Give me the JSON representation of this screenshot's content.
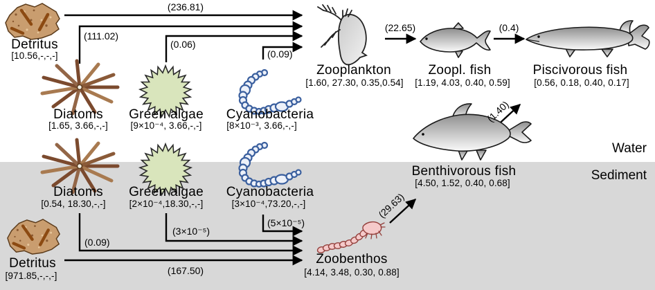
{
  "compartments": {
    "water": "Water",
    "sediment": "Sediment"
  },
  "colors": {
    "background": "#ffffff",
    "sediment_band": "#d8d8d8",
    "arrow": "#000000",
    "green_algae_fill": "#d9e5bc",
    "cyanobacteria_stroke": "#3a5f9e",
    "detritus_fill": "#c99d6f",
    "zoobenthos_fill": "#f5caca",
    "fish_gradient_top": "#8f8f8f",
    "fish_gradient_bottom": "#fafafa"
  },
  "nodes": [
    {
      "id": "detritus-water",
      "label": "Detritus",
      "values": "[10.56,-,-,-]"
    },
    {
      "id": "diatoms-water",
      "label": "Diatoms",
      "values": "[1.65, 3.66,-,-]"
    },
    {
      "id": "green-algae-water",
      "label": "Green algae",
      "values": "[9×10⁻⁴, 3.66,-,-]"
    },
    {
      "id": "cyanobacteria-water",
      "label": "Cyanobacteria",
      "values": "[8×10⁻³, 3.66,-,-]"
    },
    {
      "id": "zooplankton",
      "label": "Zooplankton",
      "values": "[1.60, 27.30, 0.35,0.54]"
    },
    {
      "id": "zoopl-fish",
      "label": "Zoopl. fish",
      "values": "[1.19, 4.03, 0.40, 0.59]"
    },
    {
      "id": "piscivorous-fish",
      "label": "Piscivorous fish",
      "values": "[0.56, 0.18, 0.40, 0.17]"
    },
    {
      "id": "diatoms-sediment",
      "label": "Diatoms",
      "values": "[0.54, 18.30,-,-]"
    },
    {
      "id": "green-algae-sediment",
      "label": "Green algae",
      "values": "[2×10⁻⁴,18.30,-,-]"
    },
    {
      "id": "cyanobacteria-sediment",
      "label": "Cyanobacteria",
      "values": "[3×10⁻⁴,73.20,-,-]"
    },
    {
      "id": "benthivorous-fish",
      "label": "Benthivorous fish",
      "values": "[4.50, 1.52, 0.40, 0.68]"
    },
    {
      "id": "detritus-sediment",
      "label": "Detritus",
      "values": "[971.85,-,-,-]"
    },
    {
      "id": "zoobenthos",
      "label": "Zoobenthos",
      "values": "[4.14, 3.48, 0.30, 0.88]"
    }
  ],
  "fluxes": [
    {
      "from": "detritus-water",
      "to": "zooplankton",
      "label": "(236.81)"
    },
    {
      "from": "diatoms-water",
      "to": "zooplankton",
      "label": "(111.02)"
    },
    {
      "from": "green-algae-water",
      "to": "zooplankton",
      "label": "(0.06)"
    },
    {
      "from": "cyanobacteria-water",
      "to": "zooplankton",
      "label": "(0.09)"
    },
    {
      "from": "zooplankton",
      "to": "zoopl-fish",
      "label": "(22.65)"
    },
    {
      "from": "zoopl-fish",
      "to": "piscivorous-fish",
      "label": "(0.4)"
    },
    {
      "from": "benthivorous-fish",
      "to": "piscivorous-fish",
      "label": "(1.40)"
    },
    {
      "from": "zoobenthos",
      "to": "benthivorous-fish",
      "label": "(29.63)"
    },
    {
      "from": "diatoms-sediment",
      "to": "zoobenthos",
      "label": "(0.09)"
    },
    {
      "from": "green-algae-sediment",
      "to": "zoobenthos",
      "label": "(3×10⁻⁵)"
    },
    {
      "from": "cyanobacteria-sediment",
      "to": "zoobenthos",
      "label": "(5×10⁻⁵)"
    },
    {
      "from": "detritus-sediment",
      "to": "zoobenthos",
      "label": "(167.50)"
    }
  ]
}
